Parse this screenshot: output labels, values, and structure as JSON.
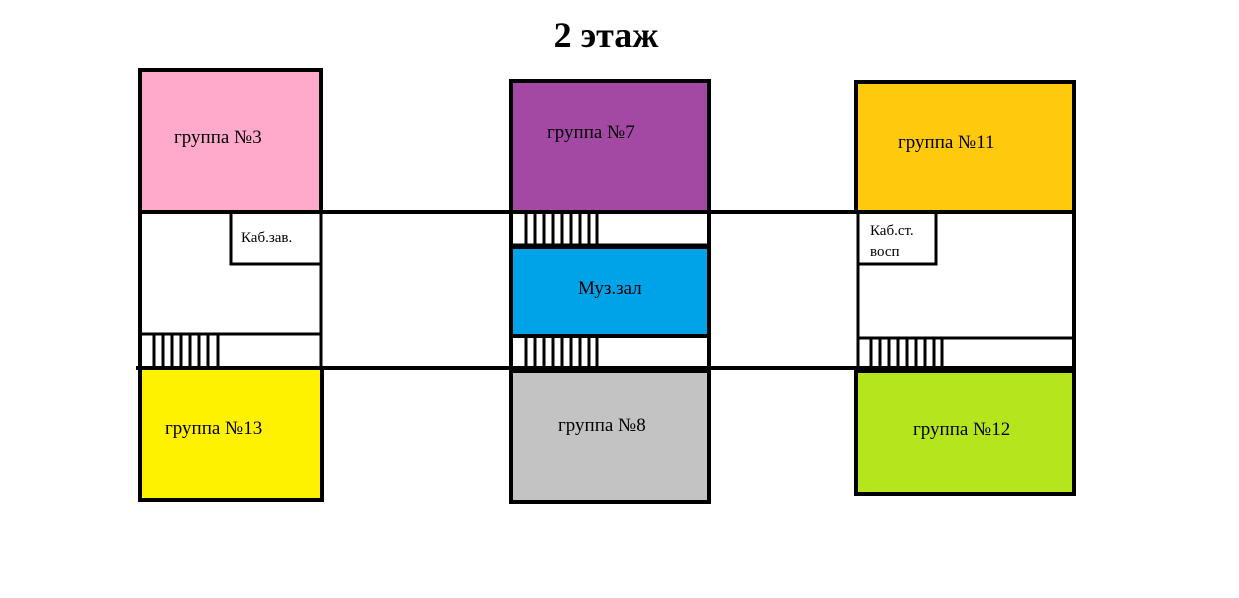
{
  "title": "2 этаж",
  "rooms": {
    "group3": "группа №3",
    "group7": "группа №7",
    "group11": "группа №11",
    "group13": "группа №13",
    "group8": "группа №8",
    "group12": "группа №12",
    "music_hall": "Муз.зал",
    "head_office": "Каб.зав.",
    "senior_office_line1": "Каб.ст.",
    "senior_office_line2": "восп"
  },
  "colors": {
    "group3": "#ffaacb",
    "group7": "#a349a4",
    "group11": "#ffc90e",
    "group13": "#fff200",
    "group8": "#c3c3c3",
    "group12": "#b5e61d",
    "music_hall": "#00a2e8"
  }
}
